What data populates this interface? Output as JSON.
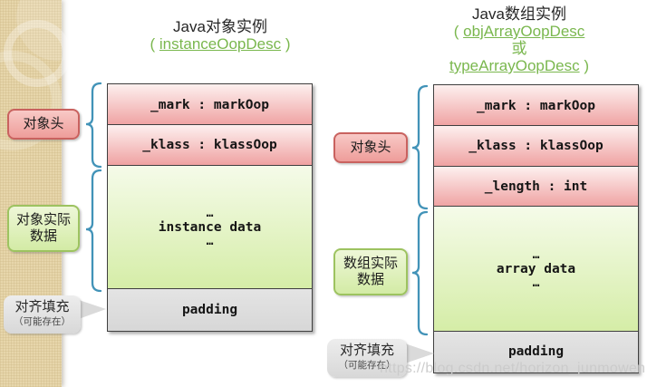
{
  "watermark": "https://blog.csdn.net/horizon_junmowen",
  "colors": {
    "header_row_fill": "#efa2a2",
    "data_row_fill": "#d5eda7",
    "padding_row_fill": "#dcdcdc",
    "brace": "#4293b8",
    "link_green": "#7ab74e",
    "strip_tan": "#e7d6ab"
  },
  "left": {
    "title": "Java对象实例",
    "subtitle_open": "( ",
    "link": "instanceOopDesc",
    "subtitle_close": " )",
    "rows": [
      {
        "text": "_mark : markOop"
      },
      {
        "text": "_klass : klassOop"
      },
      {
        "dots": "…",
        "text": "instance data"
      },
      {
        "text": "padding"
      }
    ],
    "labels": {
      "header": "对象头",
      "data_line1": "对象实际",
      "data_line2": "数据",
      "padding_line1": "对齐填充",
      "padding_line2": "（可能存在）"
    }
  },
  "right": {
    "title": "Java数组实例",
    "subtitle_open": "( ",
    "link1": "objArrayOopDesc",
    "or_word": "或",
    "link2": "typeArrayOopDesc",
    "subtitle_close": " )",
    "rows": [
      {
        "text": "_mark : markOop"
      },
      {
        "text": "_klass : klassOop"
      },
      {
        "text": "_length : int"
      },
      {
        "dots": "…",
        "text": "array data"
      },
      {
        "text": "padding"
      }
    ],
    "labels": {
      "header": "对象头",
      "data_line1": "数组实际",
      "data_line2": "数据",
      "padding_line1": "对齐填充",
      "padding_line2": "（可能存在）"
    }
  }
}
